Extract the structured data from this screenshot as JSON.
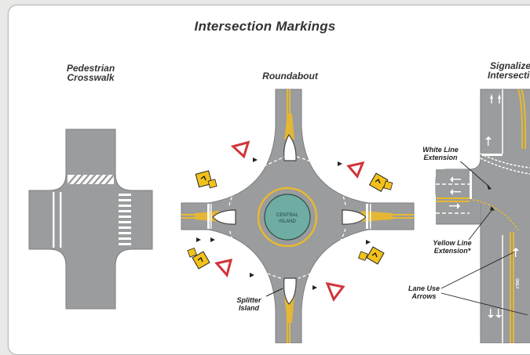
{
  "page": {
    "title": "Intersection Markings"
  },
  "sections": {
    "crosswalk": {
      "title_line1": "Pedestrian",
      "title_line2": "Crosswalk"
    },
    "roundabout": {
      "title": "Roundabout",
      "central_line1": "CENTRAL",
      "central_line2": "ISLAND",
      "splitter_line1": "Splitter",
      "splitter_line2": "Island"
    },
    "signalized": {
      "title_line1": "Signalized",
      "title_line2": "Intersection",
      "white_line_1": "White Line",
      "white_line_2": "Extension",
      "yellow_line_1": "Yellow Line",
      "yellow_line_2": "Extension*",
      "lane_use_1": "Lane Use",
      "lane_use_2": "Arrows",
      "only_label": "ONLY"
    }
  },
  "colors": {
    "road": "#9a9c9d",
    "yellow": "#e8b830",
    "island_fill": "#6fada3",
    "sign_red": "#d0343a",
    "sign_yellow": "#f2c21b"
  }
}
